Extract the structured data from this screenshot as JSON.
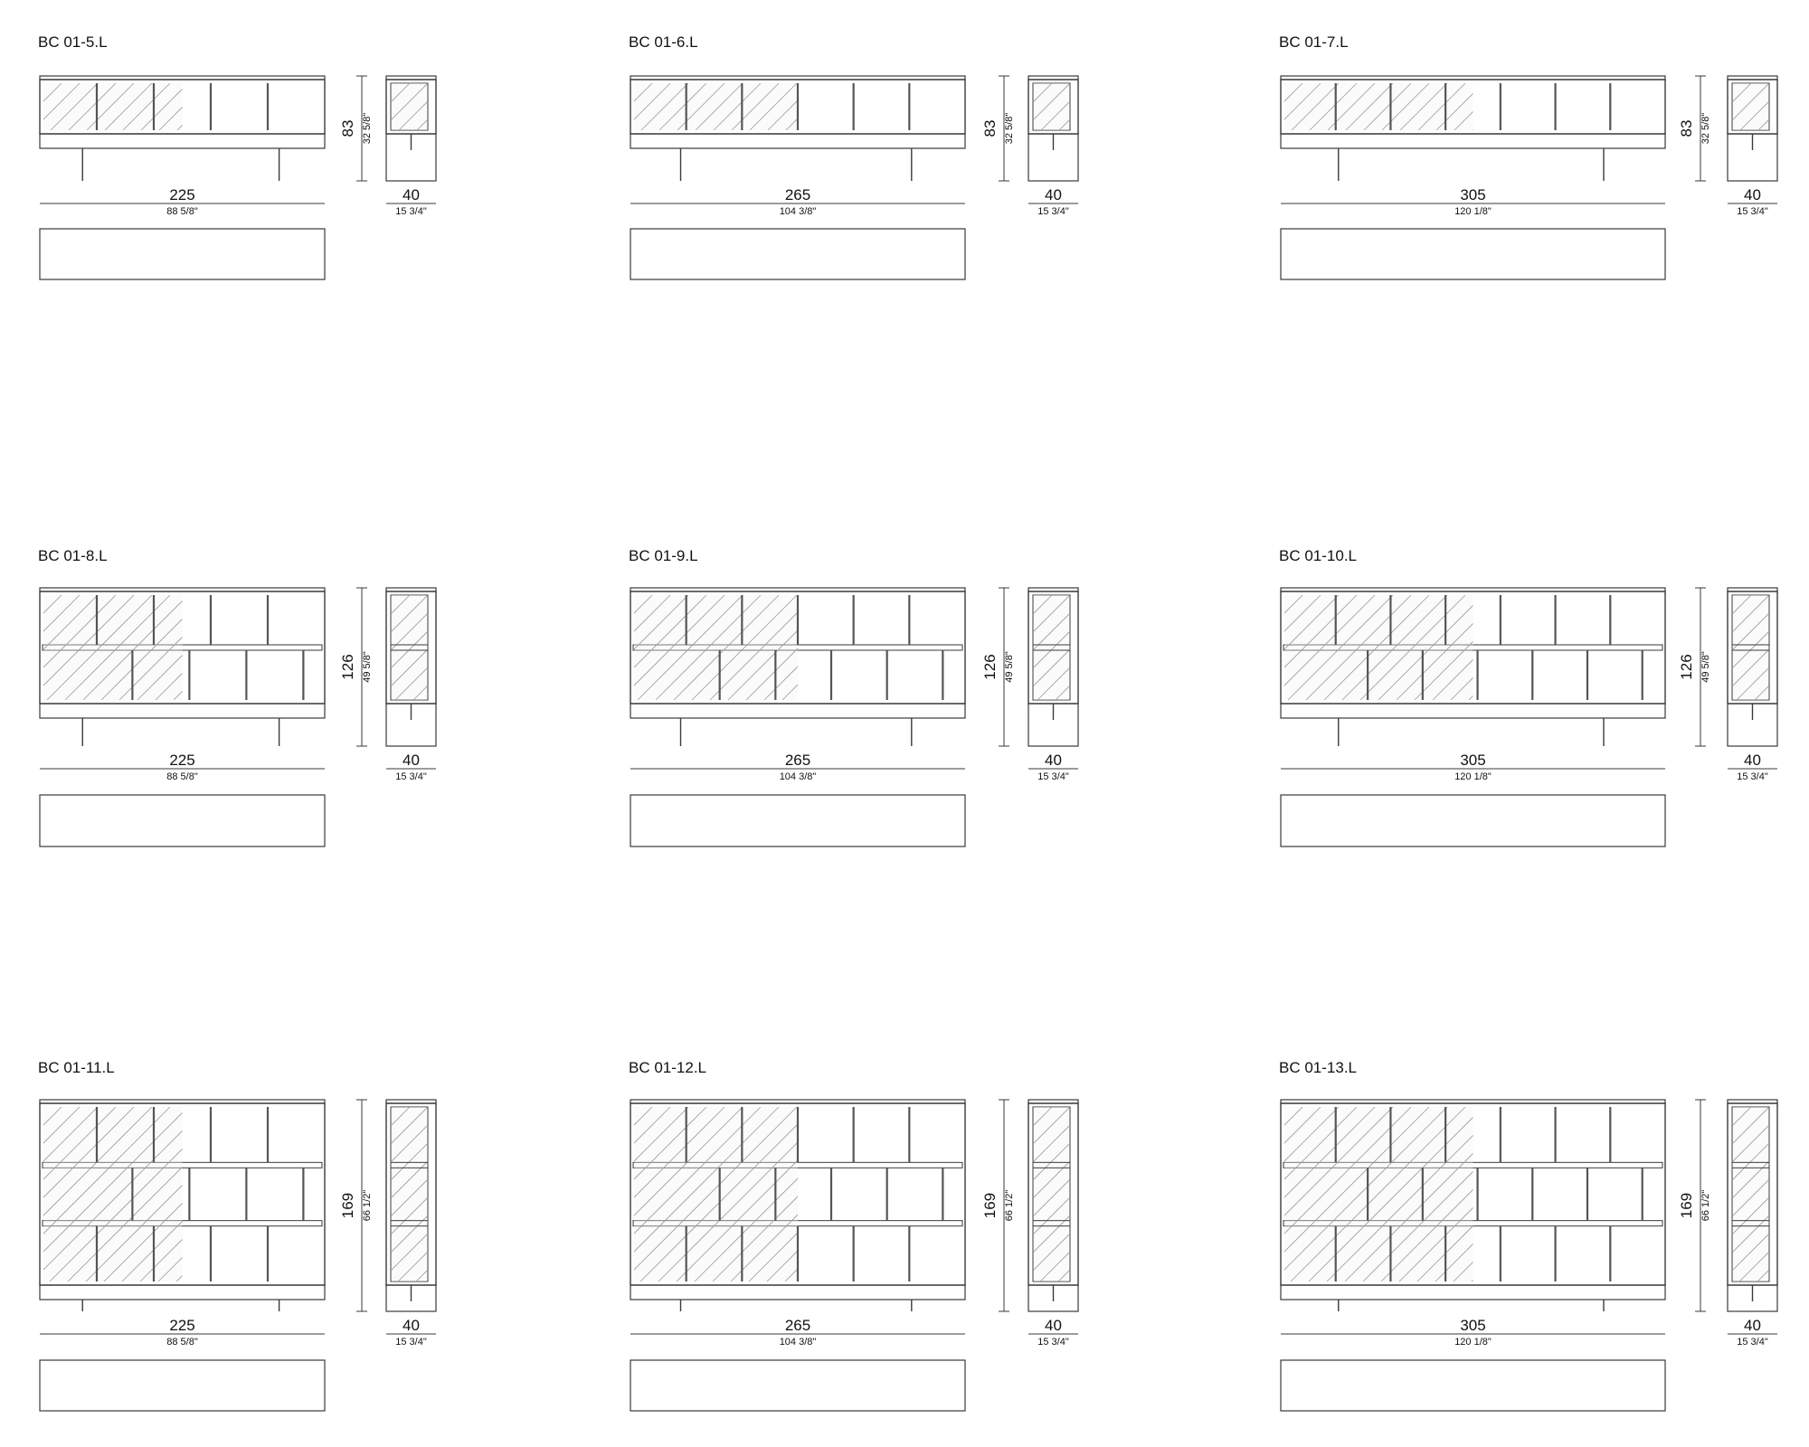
{
  "drawings": [
    {
      "code": "BC 01-5.L",
      "width_cm": "225",
      "width_in": "88 5/8\"",
      "height_cm": "83",
      "height_in": "32 5/8\"",
      "depth_cm": "40",
      "depth_in": "15 3/4\""
    },
    {
      "code": "BC 01-6.L",
      "width_cm": "265",
      "width_in": "104 3/8\"",
      "height_cm": "83",
      "height_in": "32 5/8\"",
      "depth_cm": "40",
      "depth_in": "15 3/4\""
    },
    {
      "code": "BC 01-7.L",
      "width_cm": "305",
      "width_in": "120 1/8\"",
      "height_cm": "83",
      "height_in": "32 5/8\"",
      "depth_cm": "40",
      "depth_in": "15 3/4\""
    },
    {
      "code": "BC 01-8.L",
      "width_cm": "225",
      "width_in": "88 5/8\"",
      "height_cm": "126",
      "height_in": "49 5/8\"",
      "depth_cm": "40",
      "depth_in": "15 3/4\""
    },
    {
      "code": "BC 01-9.L",
      "width_cm": "265",
      "width_in": "104 3/8\"",
      "height_cm": "126",
      "height_in": "49 5/8\"",
      "depth_cm": "40",
      "depth_in": "15 3/4\""
    },
    {
      "code": "BC 01-10.L",
      "width_cm": "305",
      "width_in": "120 1/8\"",
      "height_cm": "126",
      "height_in": "49 5/8\"",
      "depth_cm": "40",
      "depth_in": "15 3/4\""
    },
    {
      "code": "BC 01-11.L",
      "width_cm": "225",
      "width_in": "88 5/8\"",
      "height_cm": "169",
      "height_in": "66 1/2\"",
      "depth_cm": "40",
      "depth_in": "15 3/4\""
    },
    {
      "code": "BC 01-12.L",
      "width_cm": "265",
      "width_in": "104 3/8\"",
      "height_cm": "169",
      "height_in": "66 1/2\"",
      "depth_cm": "40",
      "depth_in": "15 3/4\""
    },
    {
      "code": "BC 01-13.L",
      "width_cm": "305",
      "width_in": "120 1/8\"",
      "height_cm": "169",
      "height_in": "66 1/2\"",
      "depth_cm": "40",
      "depth_in": "15 3/4\""
    }
  ],
  "colors": {
    "line": "#3a3a3a",
    "frame": "#555555",
    "hatch": "#6a6a6a",
    "text": "#111111",
    "background": "#ffffff"
  }
}
